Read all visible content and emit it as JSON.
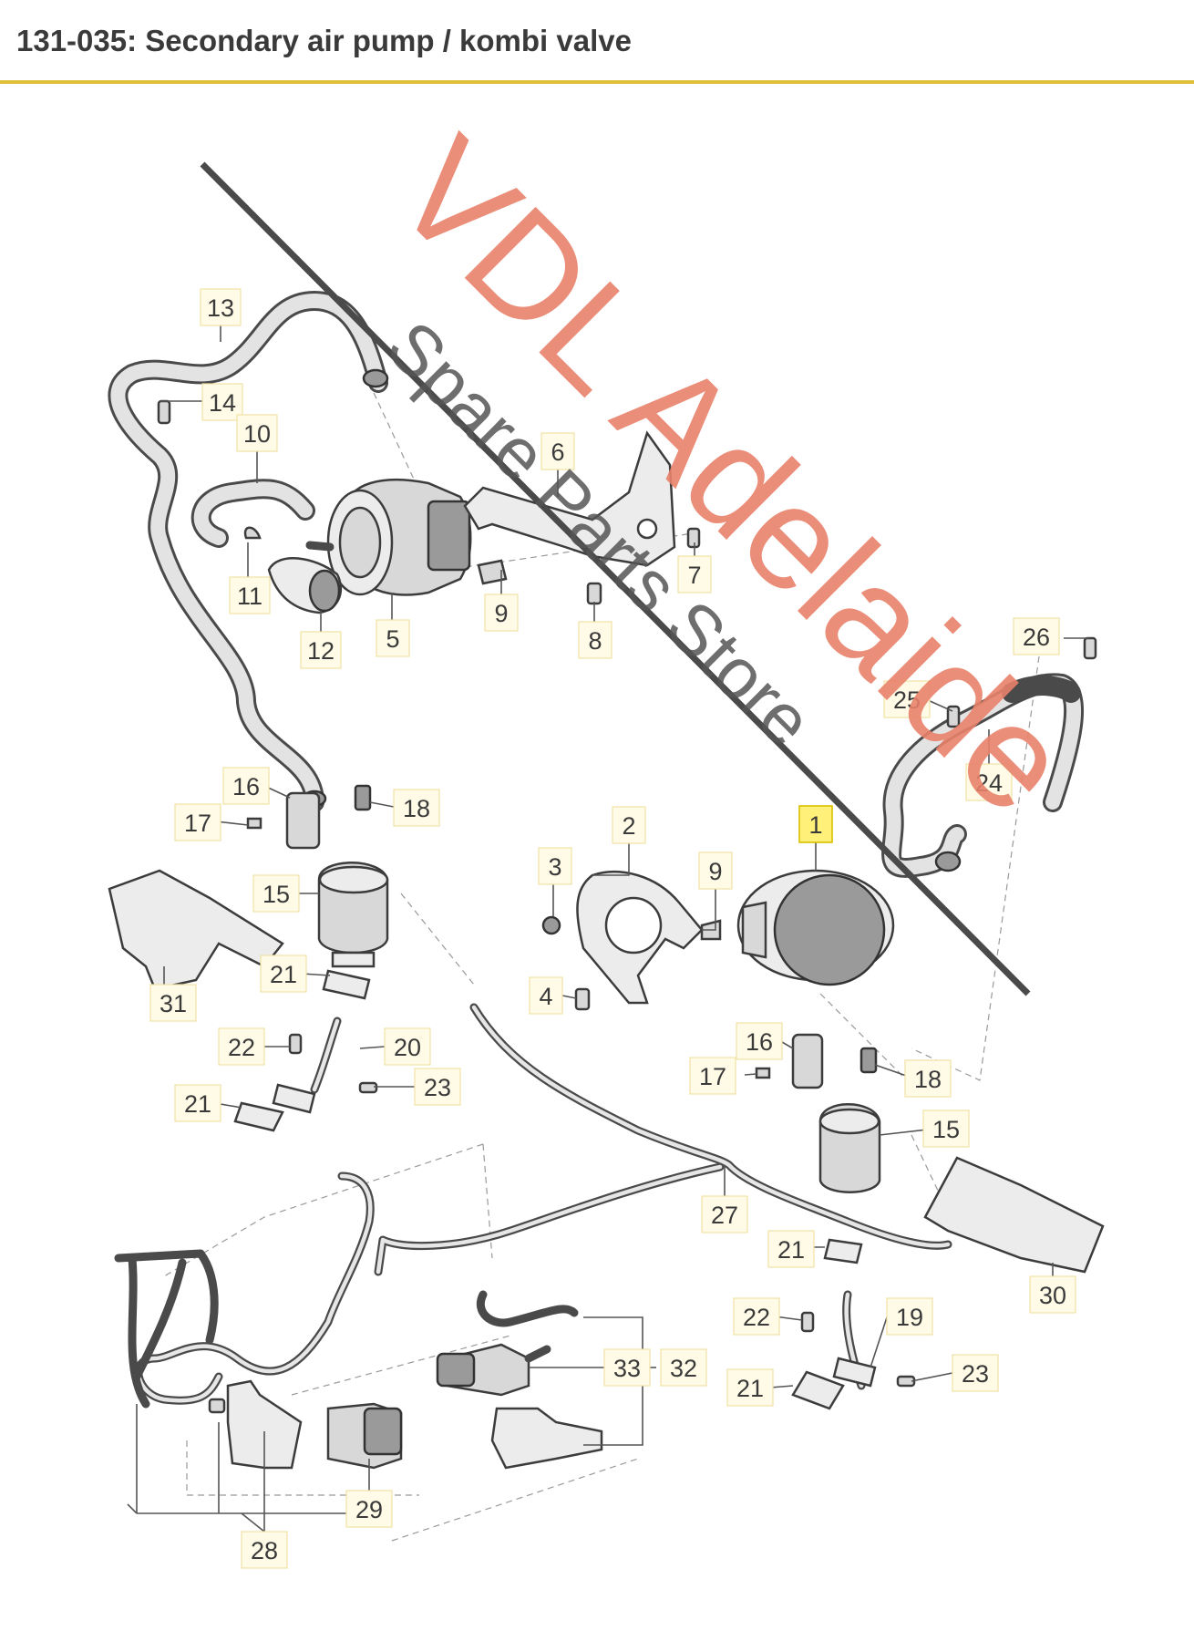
{
  "header": {
    "title": "131-035: Secondary air pump / kombi valve"
  },
  "colors": {
    "accent_rule": "#e0c03a",
    "highlight": "#fff07a",
    "watermark_primary": "#e8826a",
    "watermark_secondary": "#555555"
  },
  "watermark": {
    "line1": "VDL Adelaide",
    "line2": "Spare Parts Store"
  },
  "callouts": [
    {
      "id": "13",
      "label": "13",
      "highlight": false
    },
    {
      "id": "14",
      "label": "14",
      "highlight": false
    },
    {
      "id": "10",
      "label": "10",
      "highlight": false
    },
    {
      "id": "6",
      "label": "6",
      "highlight": false
    },
    {
      "id": "7",
      "label": "7",
      "highlight": false
    },
    {
      "id": "11",
      "label": "11",
      "highlight": false
    },
    {
      "id": "12",
      "label": "12",
      "highlight": false
    },
    {
      "id": "5",
      "label": "5",
      "highlight": false
    },
    {
      "id": "9a",
      "label": "9",
      "highlight": false
    },
    {
      "id": "8",
      "label": "8",
      "highlight": false
    },
    {
      "id": "26",
      "label": "26",
      "highlight": false
    },
    {
      "id": "25",
      "label": "25",
      "highlight": false
    },
    {
      "id": "24",
      "label": "24",
      "highlight": false
    },
    {
      "id": "16a",
      "label": "16",
      "highlight": false
    },
    {
      "id": "17a",
      "label": "17",
      "highlight": false
    },
    {
      "id": "18a",
      "label": "18",
      "highlight": false
    },
    {
      "id": "1",
      "label": "1",
      "highlight": true
    },
    {
      "id": "2",
      "label": "2",
      "highlight": false
    },
    {
      "id": "3",
      "label": "3",
      "highlight": false
    },
    {
      "id": "9b",
      "label": "9",
      "highlight": false
    },
    {
      "id": "15a",
      "label": "15",
      "highlight": false
    },
    {
      "id": "21a",
      "label": "21",
      "highlight": false
    },
    {
      "id": "31",
      "label": "31",
      "highlight": false
    },
    {
      "id": "4",
      "label": "4",
      "highlight": false
    },
    {
      "id": "22a",
      "label": "22",
      "highlight": false
    },
    {
      "id": "20",
      "label": "20",
      "highlight": false
    },
    {
      "id": "21b",
      "label": "21",
      "highlight": false
    },
    {
      "id": "23a",
      "label": "23",
      "highlight": false
    },
    {
      "id": "16b",
      "label": "16",
      "highlight": false
    },
    {
      "id": "17b",
      "label": "17",
      "highlight": false
    },
    {
      "id": "18b",
      "label": "18",
      "highlight": false
    },
    {
      "id": "15b",
      "label": "15",
      "highlight": false
    },
    {
      "id": "27",
      "label": "27",
      "highlight": false
    },
    {
      "id": "21c",
      "label": "21",
      "highlight": false
    },
    {
      "id": "30",
      "label": "30",
      "highlight": false
    },
    {
      "id": "22b",
      "label": "22",
      "highlight": false
    },
    {
      "id": "19",
      "label": "19",
      "highlight": false
    },
    {
      "id": "33",
      "label": "33",
      "highlight": false
    },
    {
      "id": "32",
      "label": "32",
      "highlight": false
    },
    {
      "id": "21d",
      "label": "21",
      "highlight": false
    },
    {
      "id": "23b",
      "label": "23",
      "highlight": false
    },
    {
      "id": "29",
      "label": "29",
      "highlight": false
    },
    {
      "id": "28",
      "label": "28",
      "highlight": false
    }
  ]
}
